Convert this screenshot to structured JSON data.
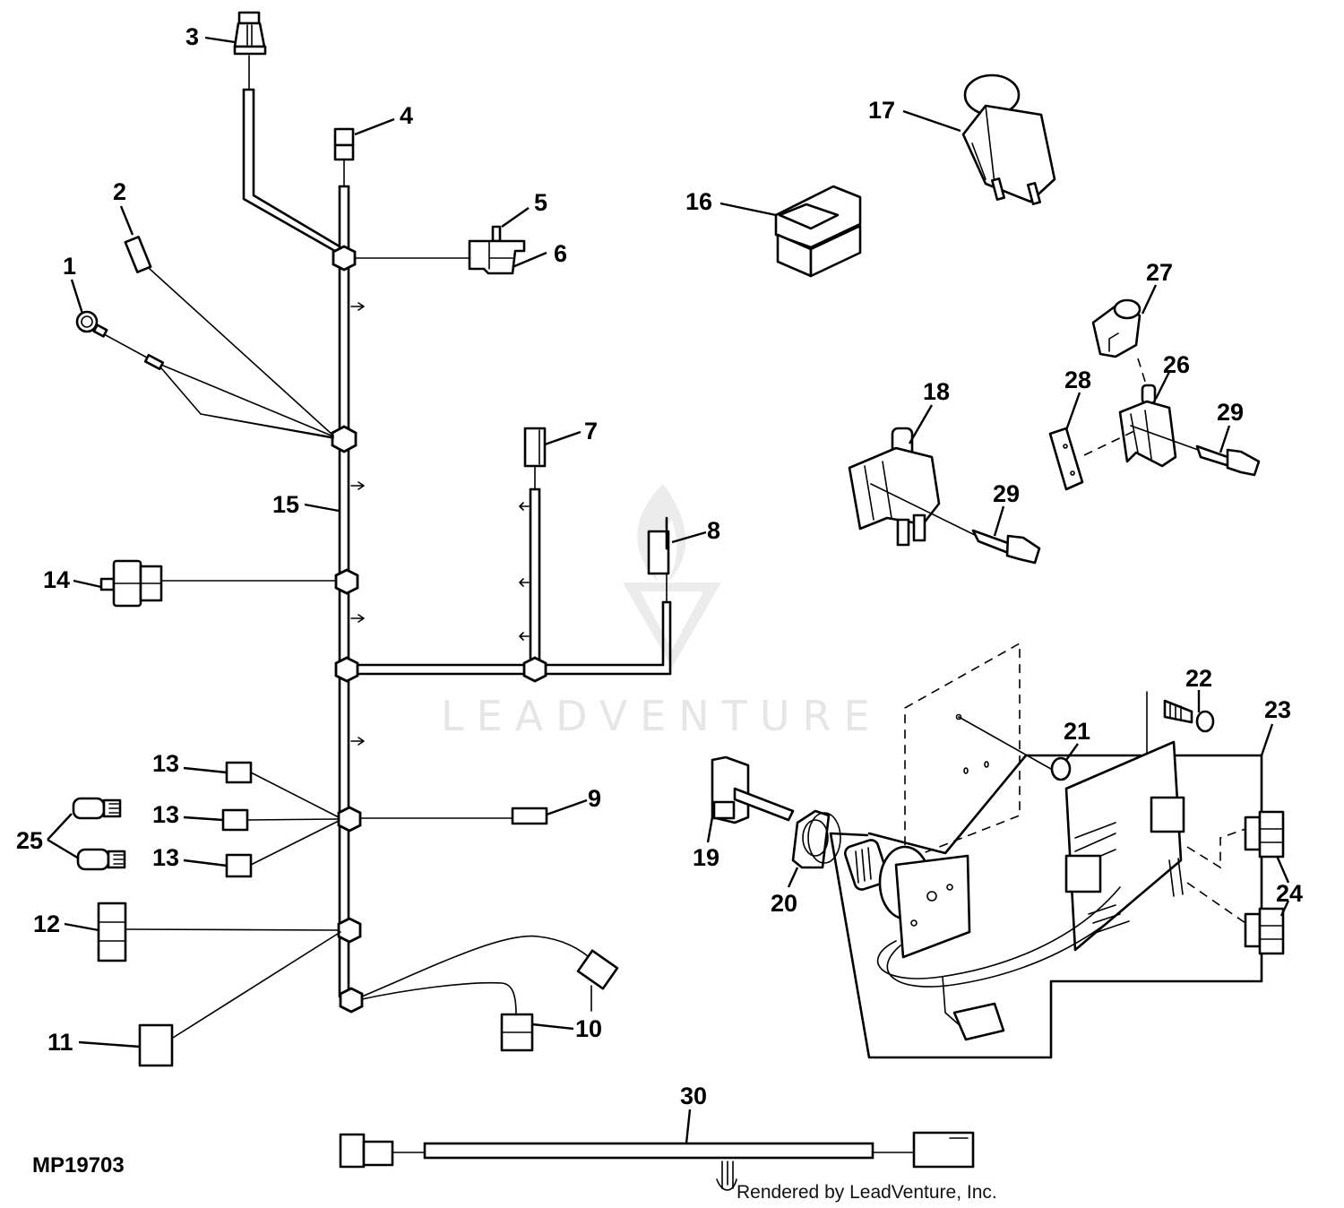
{
  "figure": {
    "id": "MP19703",
    "credit": "Rendered by LeadVenture, Inc.",
    "watermark": "LEADVENTURE"
  },
  "callouts": {
    "c1": "1",
    "c2": "2",
    "c3": "3",
    "c4": "4",
    "c5": "5",
    "c6": "6",
    "c7": "7",
    "c8": "8",
    "c9": "9",
    "c10": "10",
    "c11": "11",
    "c12": "12",
    "c13a": "13",
    "c13b": "13",
    "c13c": "13",
    "c14": "14",
    "c15": "15",
    "c16": "16",
    "c17": "17",
    "c18": "18",
    "c19": "19",
    "c20": "20",
    "c21": "21",
    "c22": "22",
    "c23": "23",
    "c24": "24",
    "c25": "25",
    "c26": "26",
    "c27": "27",
    "c28": "28",
    "c29a": "29",
    "c29b": "29",
    "c30": "30"
  }
}
